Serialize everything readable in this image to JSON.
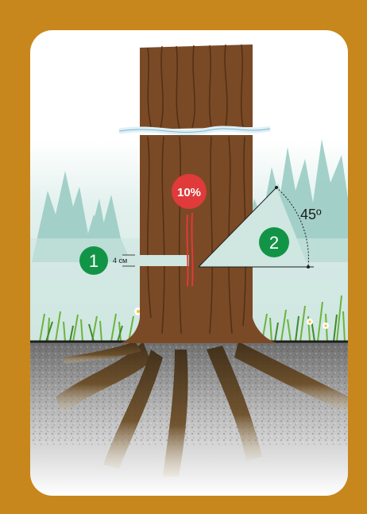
{
  "markers": {
    "step1": "1",
    "step2": "2",
    "percent": "10%",
    "angle": "45º",
    "height": "4 см"
  },
  "colors": {
    "frame": "#c8871c",
    "sky": "#ffffff",
    "haze": "#cfe6e1",
    "trees": "#9fcfc7",
    "bark": "#7a4a26",
    "bark_dark": "#4a2a12",
    "soil": "#9a9a9a",
    "badge_green": "#129447",
    "badge_red": "#e03a3a",
    "grass": "#6bb43a"
  },
  "icons": {
    "step1": "green-circle-number",
    "step2": "green-circle-number",
    "percent": "red-circle-badge"
  }
}
